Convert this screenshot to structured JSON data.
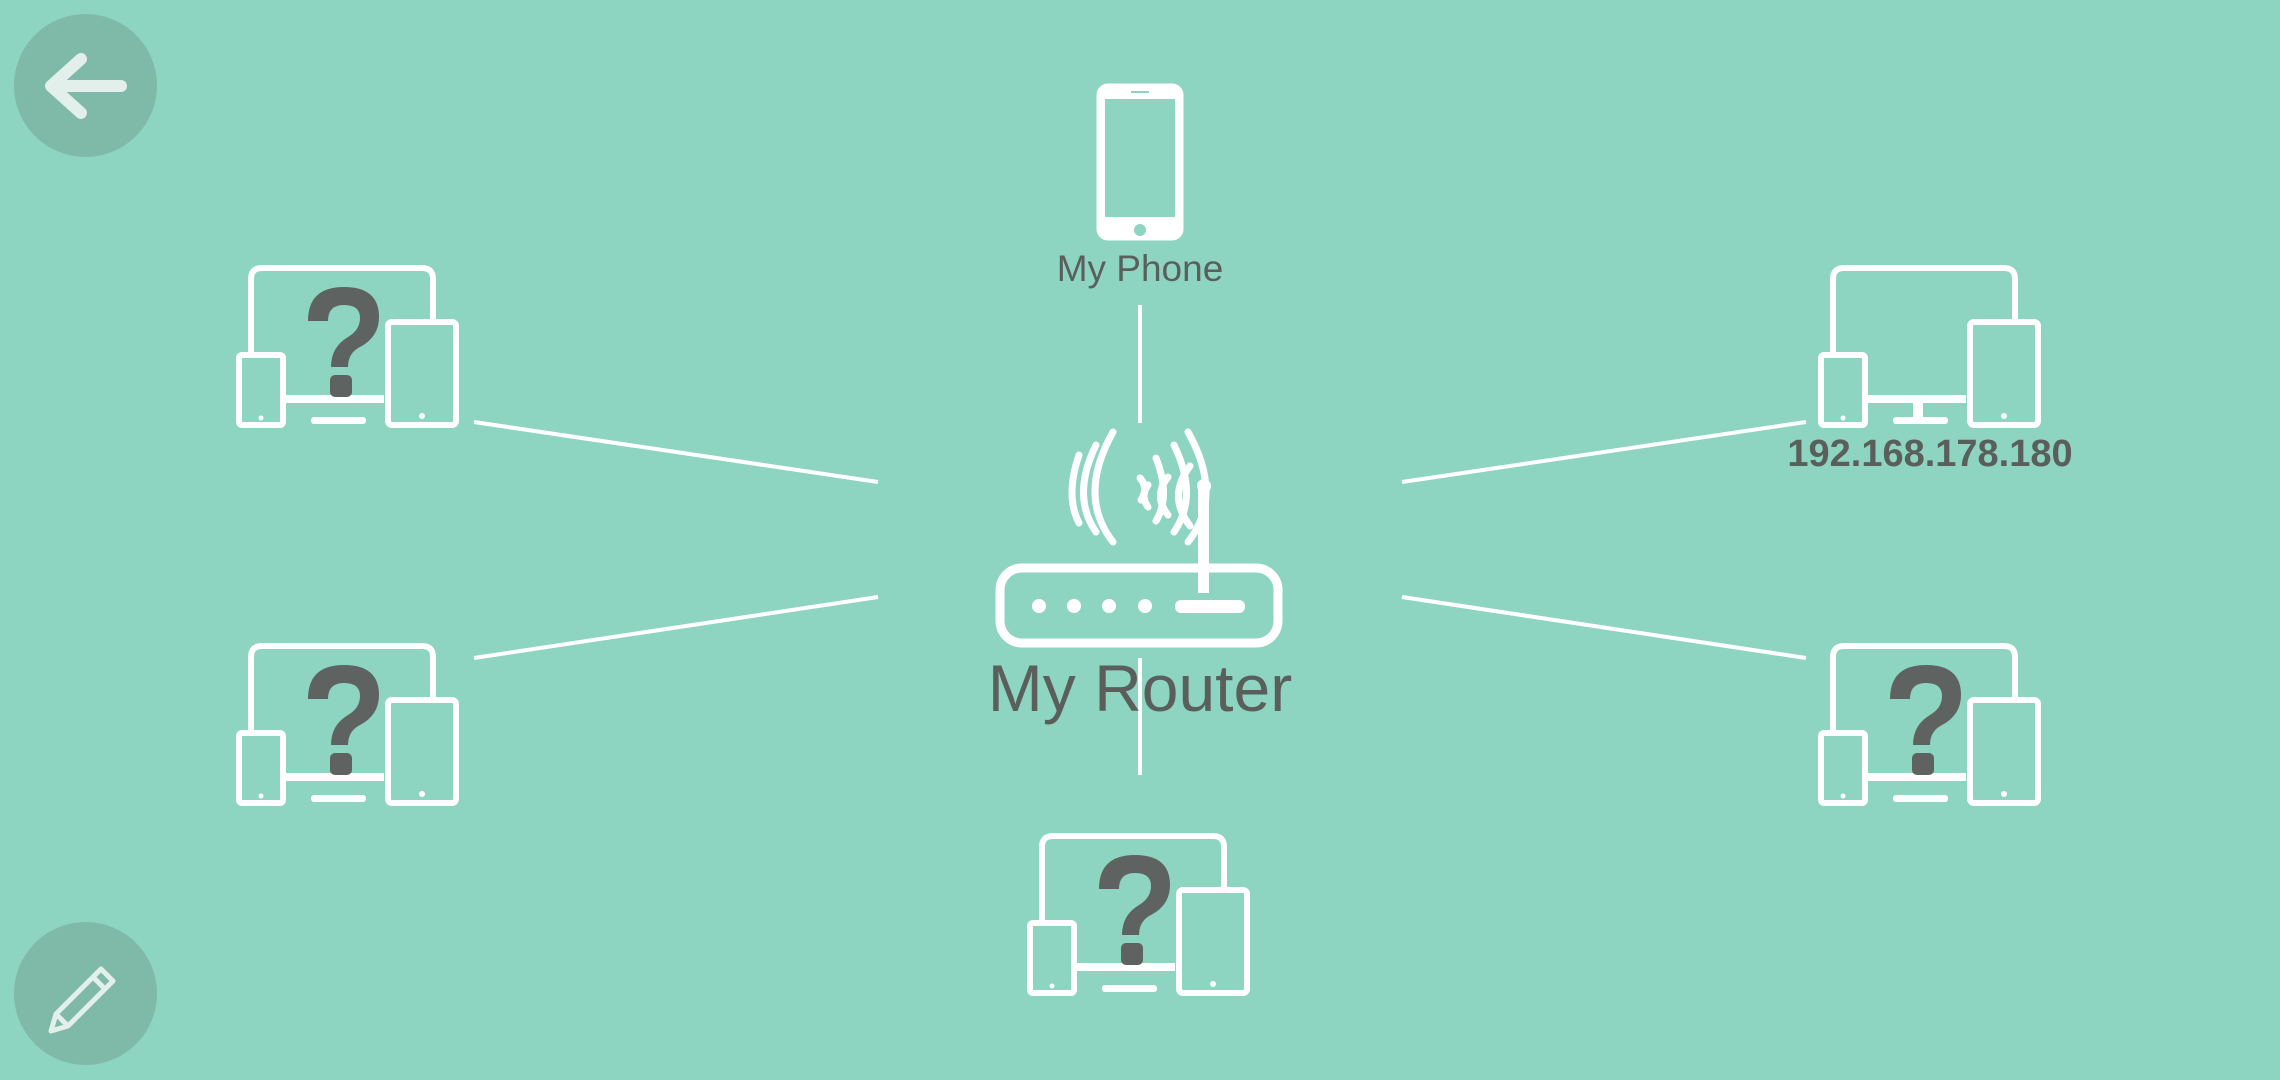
{
  "colors": {
    "background": "#8dd5c0",
    "line": "#ffffff",
    "label": "#5a5f5c",
    "question_mark": "#5e6260",
    "fab": "#74a89a"
  },
  "toolbar": {
    "back_icon": "arrow-left-icon",
    "edit_icon": "pencil-icon"
  },
  "network": {
    "router": {
      "label": "My Router",
      "icon": "wifi-router-icon"
    },
    "phone": {
      "label": "My Phone",
      "icon": "smartphone-icon"
    },
    "known_device": {
      "label": "192.168.178.180",
      "icon": "multi-device-icon"
    },
    "unknown_devices": [
      {
        "icon": "unknown-device-icon"
      },
      {
        "icon": "unknown-device-icon"
      },
      {
        "icon": "unknown-device-icon"
      },
      {
        "icon": "unknown-device-icon"
      }
    ]
  }
}
